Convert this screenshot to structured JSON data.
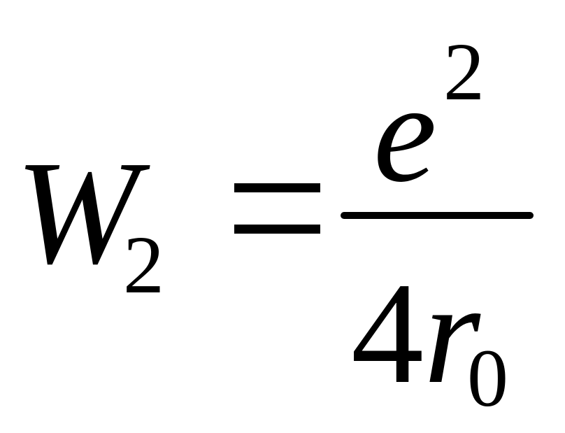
{
  "equation": {
    "lhs": {
      "symbol": "W",
      "subscript": "2"
    },
    "relation": "=",
    "rhs": {
      "numerator": {
        "base": "e",
        "superscript": "2"
      },
      "denominator": {
        "coefficient": "4",
        "variable": "r",
        "subscript": "0"
      }
    }
  }
}
